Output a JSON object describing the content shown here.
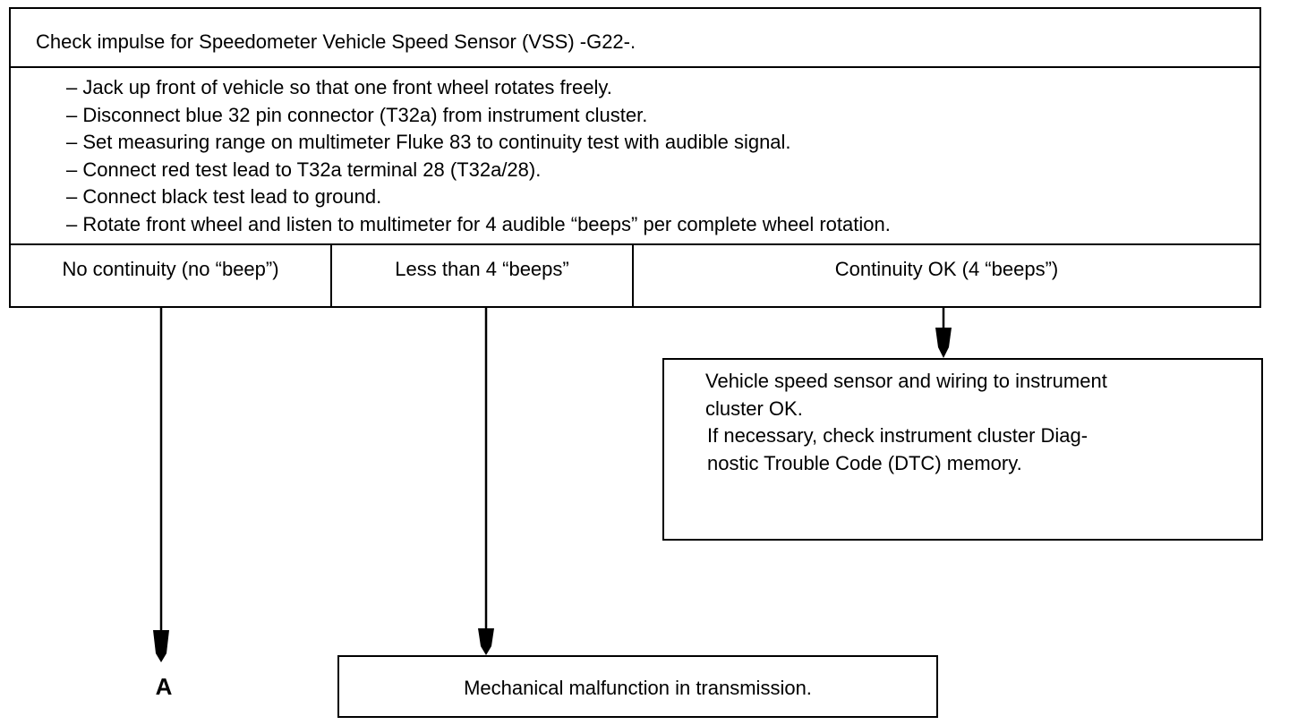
{
  "header": {
    "title": "Check impulse for Speedometer Vehicle Speed Sensor (VSS) -G22-."
  },
  "steps": [
    "– Jack up front of vehicle so that one front wheel rotates freely.",
    "– Disconnect blue 32 pin connector (T32a) from instrument cluster.",
    "– Set measuring range on multimeter Fluke 83 to continuity test with audible signal.",
    "– Connect red test lead to T32a terminal 28 (T32a/28).",
    "– Connect black test lead to ground.",
    "– Rotate front wheel and listen to multimeter for 4 audible “beeps” per complete wheel rotation."
  ],
  "results": {
    "no_continuity": "No continuity (no “beep”)",
    "less_than_4": "Less than 4 “beeps”",
    "continuity_ok": "Continuity OK (4 “beeps”)"
  },
  "ok_box": {
    "lines": [
      "Vehicle speed sensor and wiring to instrument",
      "cluster OK.",
      "If necessary, check instrument cluster Diag-",
      "nostic Trouble Code (DTC) memory."
    ]
  },
  "mechanical_box": {
    "text": "Mechanical malfunction in transmission."
  },
  "terminal_label": "A"
}
